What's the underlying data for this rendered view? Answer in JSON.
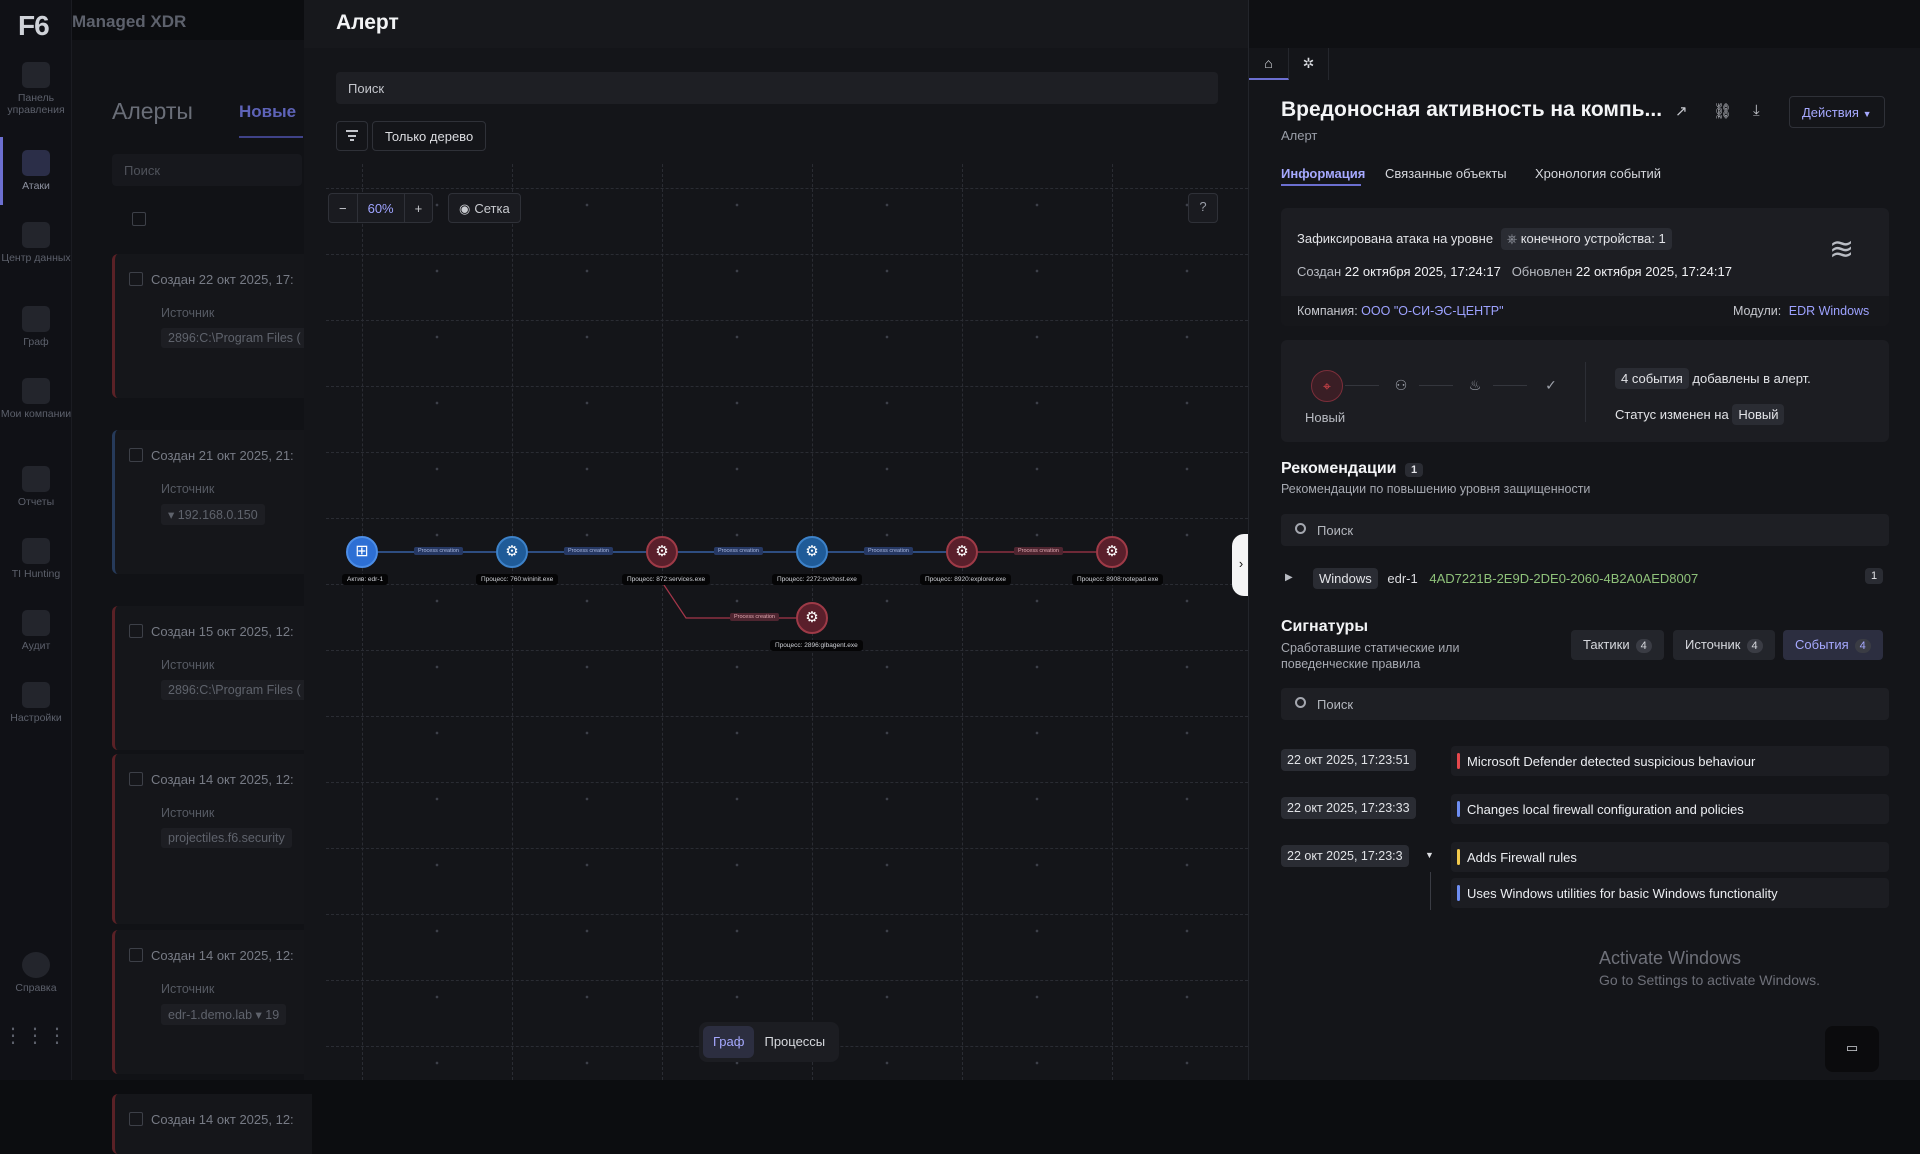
{
  "rail": {
    "logo": "F6",
    "brand": "Managed XDR",
    "items": [
      {
        "label": "Панель управления",
        "icon": "dashboard-icon"
      },
      {
        "label": "Атаки",
        "icon": "target-icon"
      },
      {
        "label": "Центр данных",
        "icon": "data-center-icon"
      },
      {
        "label": "Граф",
        "icon": "graph-icon"
      },
      {
        "label": "Мои компании",
        "icon": "company-icon"
      },
      {
        "label": "Отчеты",
        "icon": "reports-icon"
      },
      {
        "label": "TI Hunting",
        "icon": "hunting-icon"
      },
      {
        "label": "Аудит",
        "icon": "audit-icon"
      },
      {
        "label": "Настройки",
        "icon": "settings-icon"
      },
      {
        "label": "Справка",
        "icon": "help-icon"
      }
    ]
  },
  "list": {
    "title": "Алерты",
    "tab": "Новые",
    "search_placeholder": "Поиск",
    "cards": [
      {
        "created": "Создан 22 окт 2025, 17:",
        "source_label": "Источник",
        "source": "2896:C:\\Program Files ("
      },
      {
        "created": "Создан 21 окт 2025, 21:",
        "source_label": "Источник",
        "source": "▾ 192.168.0.150"
      },
      {
        "created": "Создан 15 окт 2025, 12:",
        "source_label": "Источник",
        "source": "2896:C:\\Program Files ("
      },
      {
        "created": "Создан 14 окт 2025, 12:",
        "source_label": "Источник",
        "source": "projectiles.f6.security"
      },
      {
        "created": "Создан 14 окт 2025, 12:",
        "source_label": "Источник",
        "source": "edr-1.demo.lab   ▾ 19"
      },
      {
        "created": "Создан 14 окт 2025, 12:"
      }
    ]
  },
  "mid": {
    "title": "Алерт",
    "search_placeholder": "Поиск",
    "tree_only": "Только дерево",
    "zoom_minus": "−",
    "zoom": "60%",
    "zoom_plus": "+",
    "grid": "Сетка",
    "help": "?",
    "collapse": "›",
    "tabs": {
      "graph": "Граф",
      "processes": "Процессы"
    }
  },
  "graph": {
    "nodes": [
      {
        "label": "Актив: edr-1",
        "kind": "win"
      },
      {
        "label": "Процесс: 760:wininit.exe",
        "kind": "blue"
      },
      {
        "label": "Процесс: 872:services.exe",
        "kind": "red"
      },
      {
        "label": "Процесс: 2272:svchost.exe",
        "kind": "blue"
      },
      {
        "label": "Процесс: 8920:explorer.exe",
        "kind": "red"
      },
      {
        "label": "Процесс: 8908:notepad.exe",
        "kind": "red"
      },
      {
        "label": "Процесс: 2896:glbagent.exe",
        "kind": "red"
      }
    ],
    "edges": [
      {
        "label": "Process creation"
      },
      {
        "label": "Process creation"
      },
      {
        "label": "Process creation"
      },
      {
        "label": "Process creation"
      },
      {
        "label": "Process creation"
      },
      {
        "label": "Process creation"
      }
    ]
  },
  "right": {
    "title": "Вредоносная активность на компь...",
    "subtitle": "Алерт",
    "actions": "Действия",
    "tabs": [
      "Информация",
      "Связанные объекты",
      "Хронология событий"
    ],
    "info": {
      "attack_prefix": "Зафиксирована атака на уровне",
      "attack_chip": "конечного устройства: 1",
      "created_label": "Создан",
      "created": "22 октября 2025, 17:24:17",
      "updated_label": "Обновлен",
      "updated": "22 октября 2025, 17:24:17",
      "company_label": "Компания:",
      "company": "ООО \"О-СИ-ЭС-ЦЕНТР\"",
      "modules_label": "Модули:",
      "modules": "EDR Windows"
    },
    "status": {
      "step_label": "Новый",
      "events_chip": "4 события",
      "events_text": "добавлены в алерт.",
      "changed_text": "Статус изменен на",
      "changed_chip": "Новый"
    },
    "recommendations": {
      "title": "Рекомендации",
      "count": "1",
      "subtitle": "Рекомендации по повышению уровня защищенности",
      "search_placeholder": "Поиск",
      "row": {
        "os": "Windows",
        "host": "edr-1",
        "guid": "4AD7221B-2E9D-2DE0-2060-4B2A0AED8007",
        "count": "1"
      }
    },
    "signatures": {
      "title": "Сигнатуры",
      "subtitle": "Сработавшие статические или поведенческие правила",
      "filters": [
        {
          "label": "Тактики",
          "count": "4"
        },
        {
          "label": "Источник",
          "count": "4"
        },
        {
          "label": "События",
          "count": "4"
        }
      ],
      "search_placeholder": "Поиск",
      "rows": [
        {
          "time": "22 окт 2025, 17:23:51",
          "text": "Microsoft Defender detected suspicious behaviour",
          "color": "#e5484d"
        },
        {
          "time": "22 окт 2025, 17:23:33",
          "text": "Changes local firewall configuration and policies",
          "color": "#6e8ef2"
        },
        {
          "time": "22 окт 2025, 17:23:3",
          "text": "Adds Firewall rules",
          "color": "#f2c94c"
        },
        {
          "time": "",
          "text": "Uses Windows utilities for basic Windows functionality",
          "color": "#6e8ef2"
        }
      ]
    }
  },
  "watermark": {
    "line1": "Activate Windows",
    "line2": "Go to Settings to activate Windows."
  }
}
